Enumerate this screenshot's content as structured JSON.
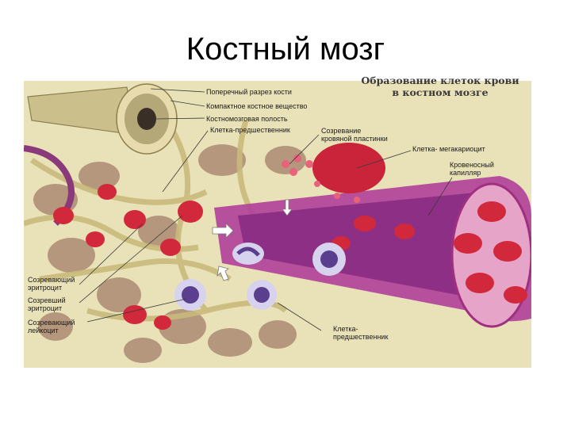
{
  "slide": {
    "title": "Костный мозг"
  },
  "diagram": {
    "caption_line1": "Образование клеток крови",
    "caption_line2": "в костном мозге",
    "labels": {
      "bone_cross_section": "Поперечный разрез кости",
      "compact_bone": "Компактное костное вещество",
      "marrow_cavity": "Костномозговая полость",
      "progenitor_top": "Клетка-предшественник",
      "platelet_maturation_1": "Созревание",
      "platelet_maturation_2": "кровяной пластинки",
      "megakaryocyte": "Клетка- мегакариоцит",
      "capillary_1": "Кровеносный",
      "capillary_2": "капилляр",
      "maturing_erythrocyte_1": "Созревающий",
      "maturing_erythrocyte_2": "эритроцит",
      "mature_erythrocyte_1": "Созревший",
      "mature_erythrocyte_2": "эритроцит",
      "maturing_leukocyte_1": "Созревающий",
      "maturing_leukocyte_2": "лейкоцит",
      "progenitor_bottom_1": "Клетка-",
      "progenitor_bottom_2": "предшественник"
    }
  }
}
